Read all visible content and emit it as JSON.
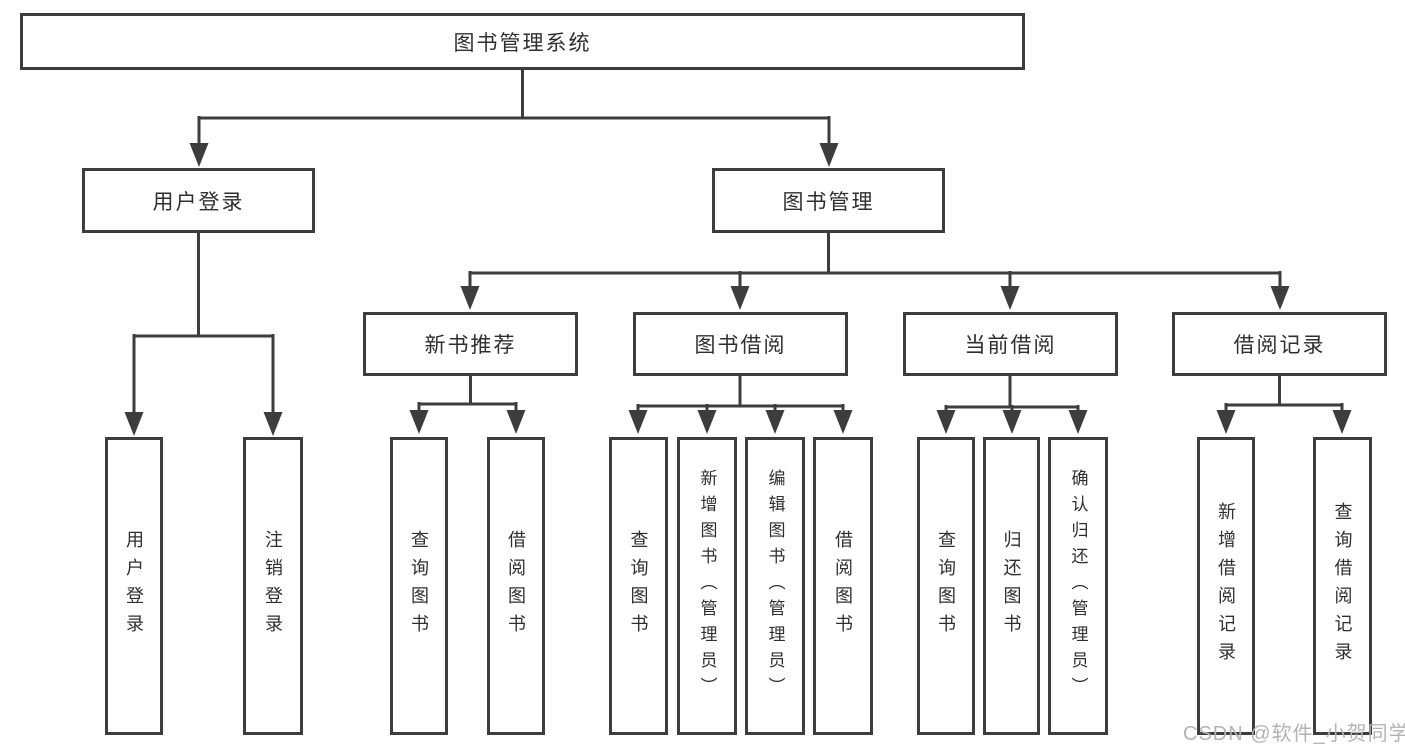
{
  "tree": {
    "root": {
      "label": "图书管理系统"
    },
    "branches": [
      {
        "label": "用户登录",
        "leaves": [
          "用户登录",
          "注销登录"
        ]
      },
      {
        "label": "图书管理",
        "groups": [
          {
            "label": "新书推荐",
            "leaves": [
              "查询图书",
              "借阅图书"
            ]
          },
          {
            "label": "图书借阅",
            "leaves": [
              "查询图书",
              "新增图书（管理员）",
              "编辑图书（管理员）",
              "借阅图书"
            ]
          },
          {
            "label": "当前借阅",
            "leaves": [
              "查询图书",
              "归还图书",
              "确认归还（管理员）"
            ]
          },
          {
            "label": "借阅记录",
            "leaves": [
              "新增借阅记录",
              "查询借阅记录"
            ]
          }
        ]
      }
    ]
  },
  "watermark": {
    "text": "CSDN @软件_小贺同学"
  },
  "colors": {
    "line": "#3d3d3d",
    "text": "#2f2f2f",
    "background": "#ffffff",
    "watermark": "#b3b3b3"
  }
}
